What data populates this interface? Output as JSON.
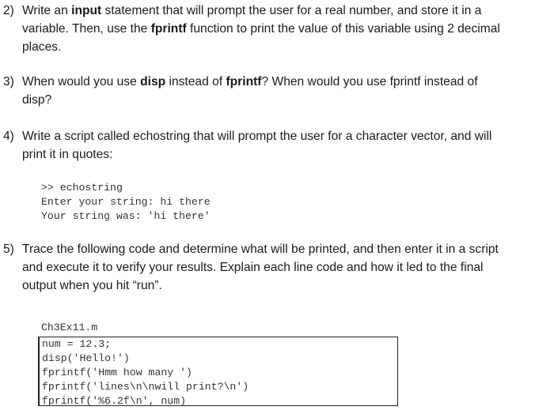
{
  "q2": {
    "number": "2)",
    "p1": "Write an ",
    "b1": "input",
    "p2": " statement that will prompt the user for a real number, and store it in a variable.  Then, use the ",
    "b2": "fprintf",
    "p3": " function to print the value of this variable using 2 decimal places."
  },
  "q3": {
    "number": "3)",
    "p1": "When would you use ",
    "b1": "disp",
    "p2": " instead of ",
    "b2": "fprintf",
    "p3": "?  When would you use fprintf instead of disp?"
  },
  "q4": {
    "number": "4)",
    "text": "Write a script called echostring that will prompt the user for a character vector, and will print it in quotes:",
    "session": [
      ">> echostring",
      "Enter your string: hi there",
      "Your string was: 'hi there'"
    ]
  },
  "q5": {
    "number": "5)",
    "text": "Trace the following code and determine what will be printed, and then enter it in a script and execute it to verify your results. Explain each line code and how it led to the final output when you hit “run”.",
    "filename": "Ch3Ex11.m",
    "code": [
      "num = 12.3;",
      "disp('Hello!')",
      "fprintf('Hmm how many ')",
      "fprintf('lines\\n\\nwill print?\\n')",
      "fprintf('%6.2f\\n', num)"
    ]
  }
}
